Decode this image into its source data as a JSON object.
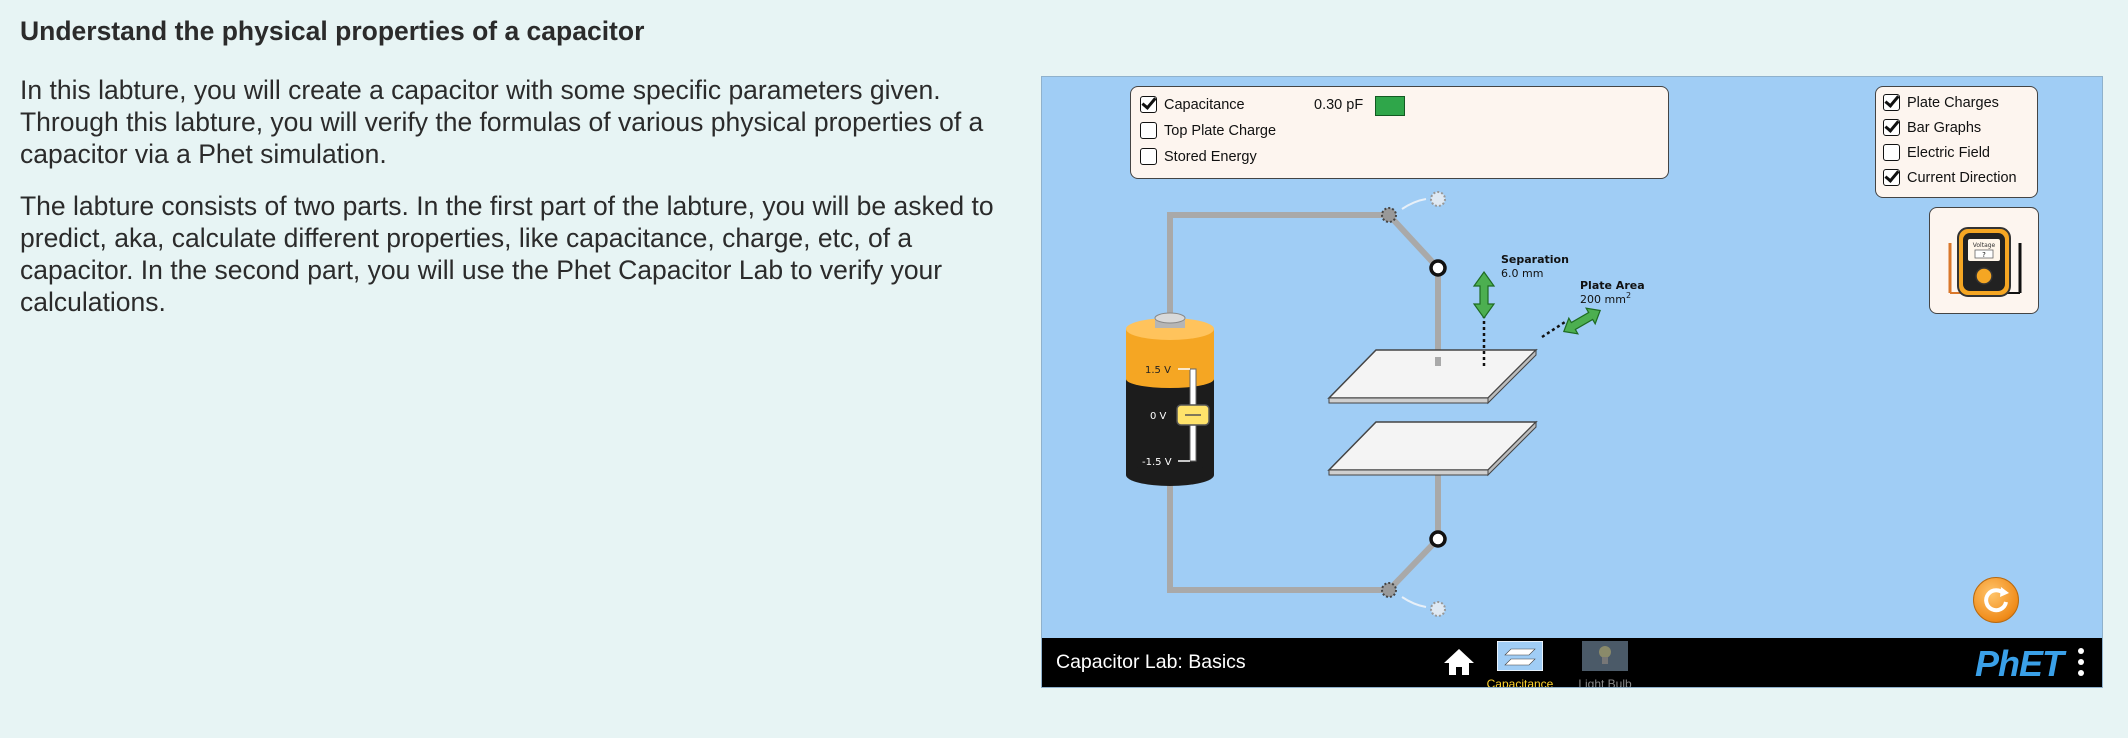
{
  "lesson": {
    "title": "Understand the physical properties of a capacitor",
    "paragraph1": "In this labture, you will create a capacitor with some specific parameters given. Through this labture, you will verify the formulas of various physical properties of a capacitor via a Phet simulation.",
    "paragraph2": "The labture consists of two parts. In the first part of the labture, you will be asked to predict, aka, calculate different properties, like capacitance, charge, etc, of a capacitor. In the second part, you will use the Phet Capacitor Lab to verify your calculations."
  },
  "sim": {
    "meters_panel": {
      "capacitance": {
        "label": "Capacitance",
        "checked": true,
        "value": "0.30 pF"
      },
      "top_plate_charge": {
        "label": "Top Plate Charge",
        "checked": false
      },
      "stored_energy": {
        "label": "Stored Energy",
        "checked": false
      }
    },
    "view_panel": {
      "plate_charges": {
        "label": "Plate Charges",
        "checked": true
      },
      "bar_graphs": {
        "label": "Bar Graphs",
        "checked": true
      },
      "electric_field": {
        "label": "Electric Field",
        "checked": false
      },
      "current_direction": {
        "label": "Current Direction",
        "checked": true
      }
    },
    "battery": {
      "label_top": "1.5 V",
      "label_mid": "0 V",
      "label_bottom": "-1.5 V",
      "voltage_fraction": 0.5
    },
    "separation": {
      "label": "Separation",
      "value": "6.0 mm"
    },
    "plate_area": {
      "label": "Plate Area",
      "value": "200 mm",
      "unit_sup": "2"
    },
    "voltmeter": {
      "label": "Voltage",
      "reading": "?"
    },
    "navbar": {
      "title": "Capacitor Lab: Basics",
      "screen_capacitance": "Capacitance",
      "screen_light_bulb": "Light Bulb",
      "logo": "PhET"
    },
    "colors": {
      "background": "#a0cdf5",
      "panel": "#fdf5ef",
      "capacitance_bar": "#2fa64a",
      "wire": "#a9a9a9",
      "battery_top": "#f5a623",
      "battery_body": "#1c1c1c",
      "arrow_green": "#4caf50",
      "reset": "#f08c1a",
      "phet_blue": "#3aa0e8",
      "selected_screen": "#ffd22b"
    }
  }
}
